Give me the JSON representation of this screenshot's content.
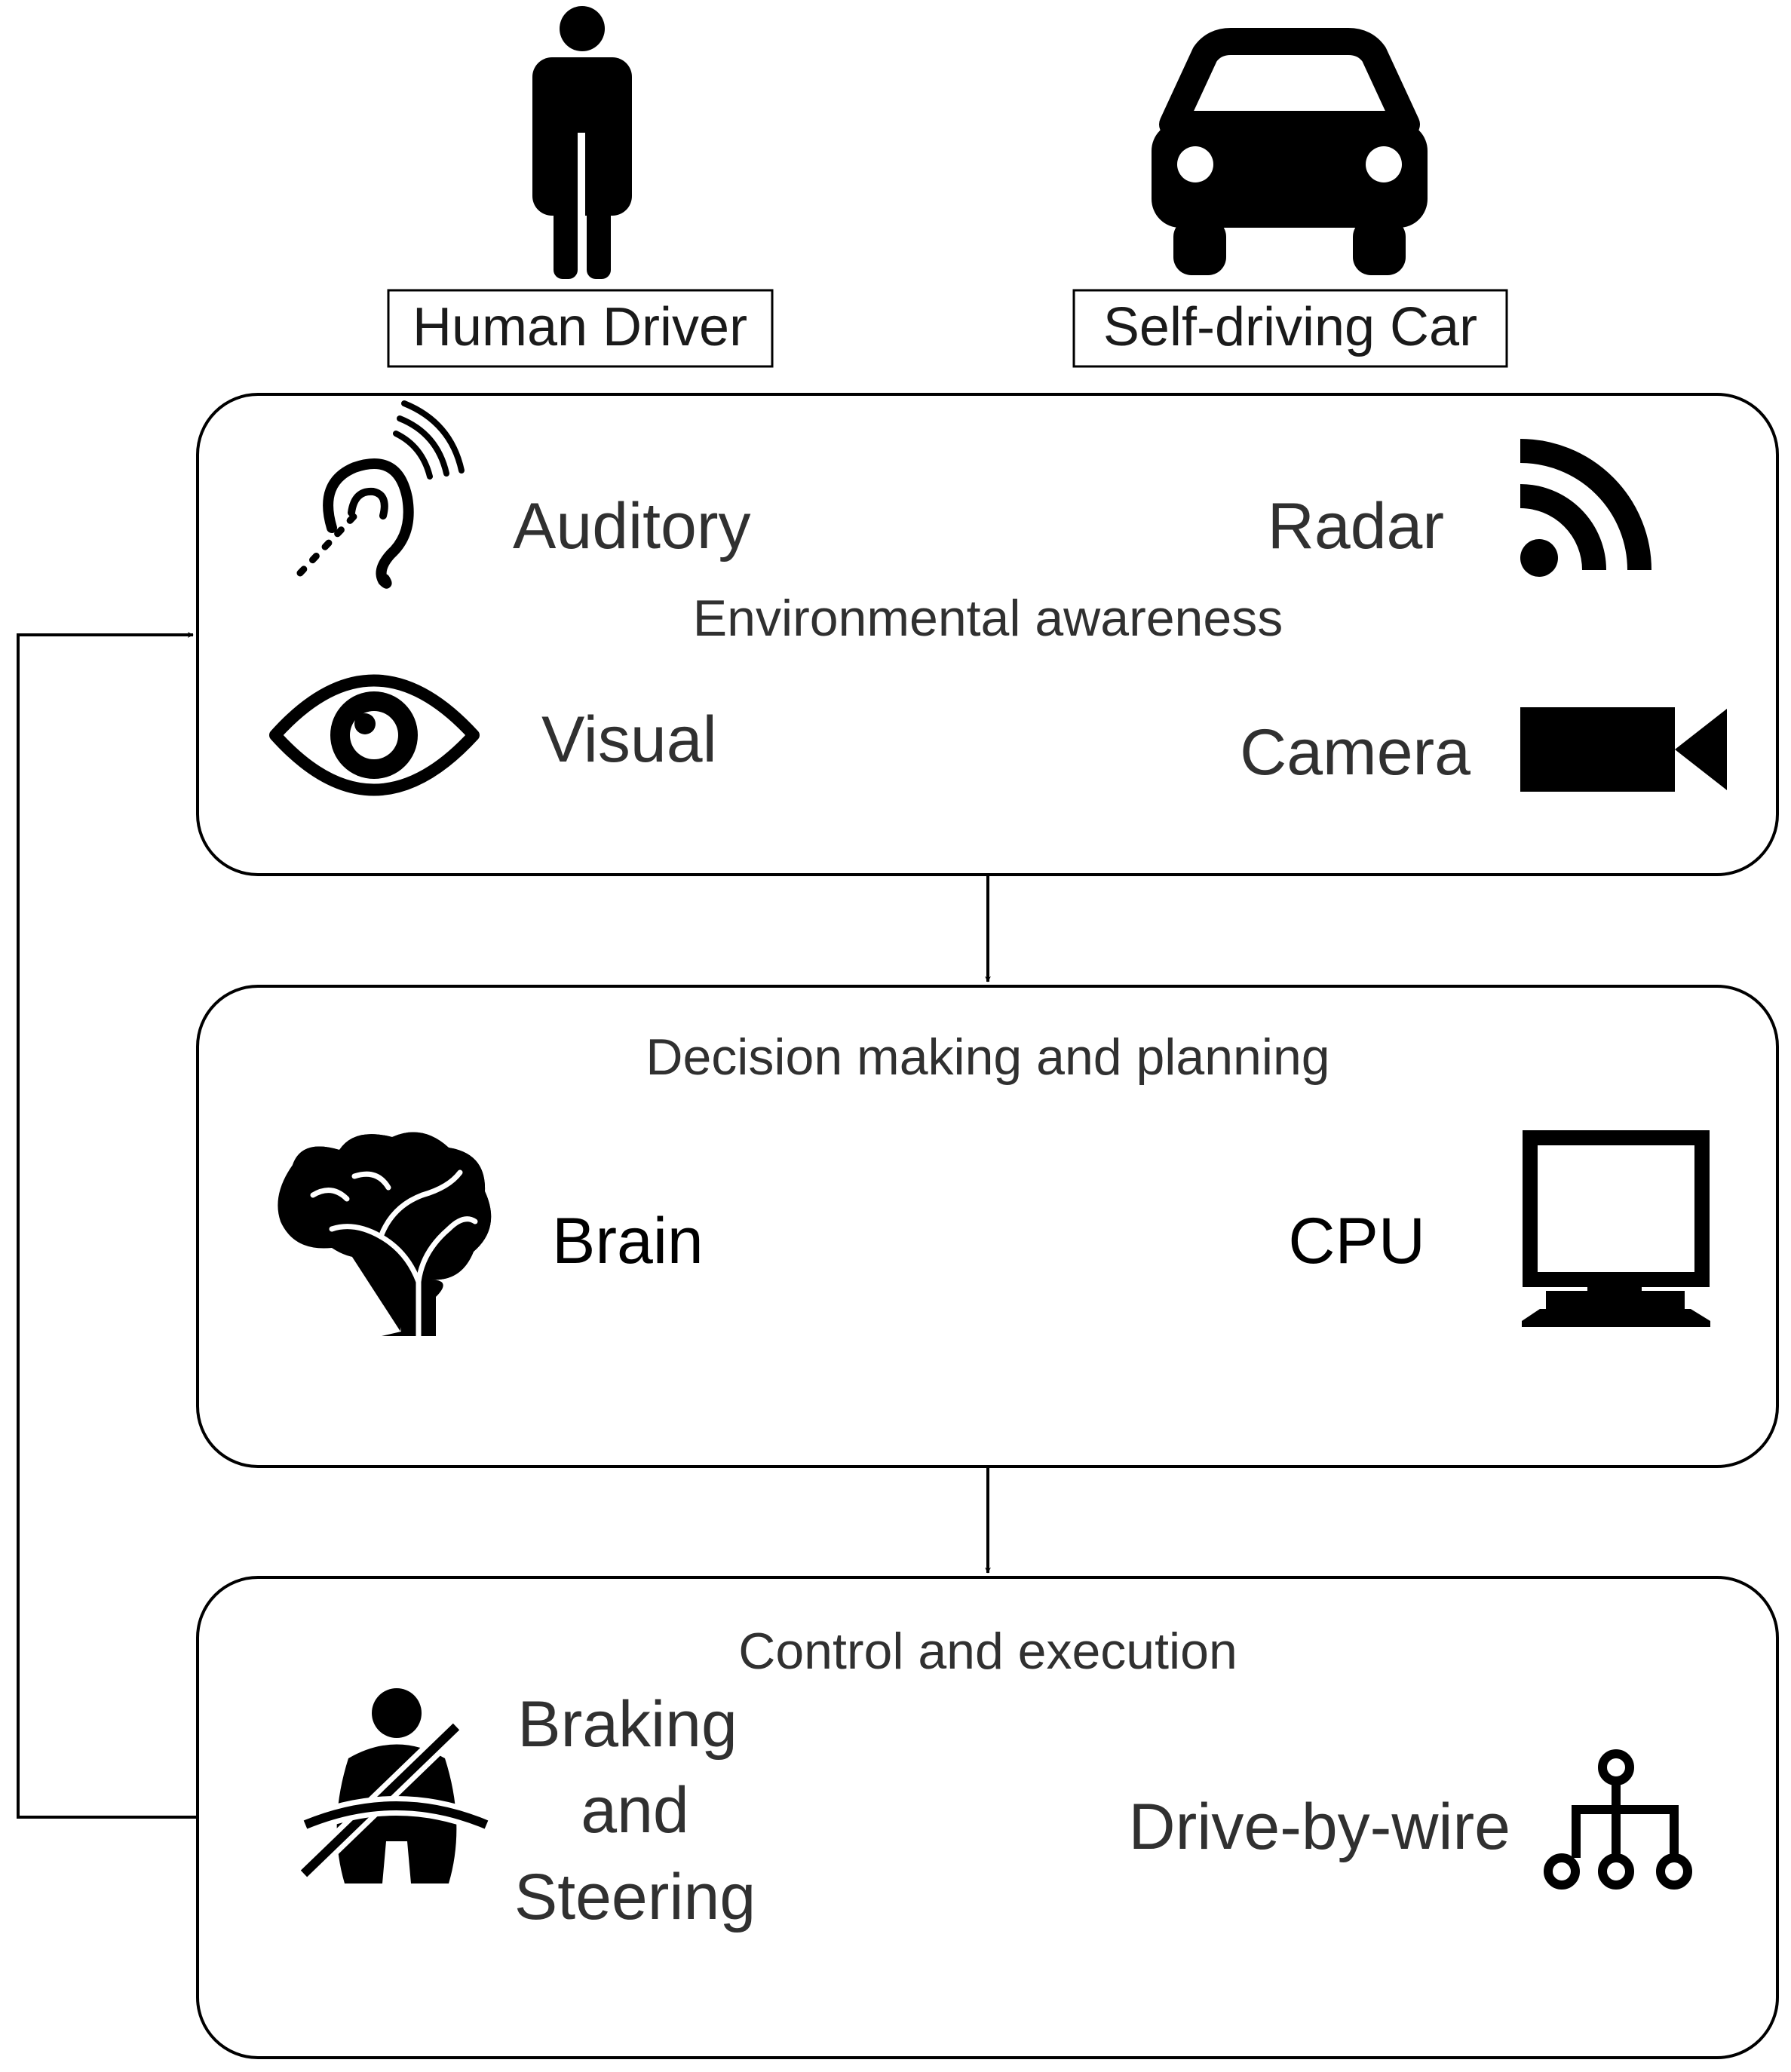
{
  "header": {
    "human_label": "Human Driver",
    "car_label": "Self-driving Car"
  },
  "stages": {
    "awareness": {
      "title": "Environmental awareness",
      "left_top": "Auditory",
      "left_bottom": "Visual",
      "right_top": "Radar",
      "right_bottom": "Camera"
    },
    "decision": {
      "title": "Decision making and planning",
      "left": "Brain",
      "right": "CPU"
    },
    "control": {
      "title": "Control and execution",
      "left_line1": "Braking",
      "left_line2": "and",
      "left_line3": "Steering",
      "right": "Drive-by-wire"
    }
  },
  "icons": [
    "person-icon",
    "car-icon",
    "ear-icon",
    "eye-icon",
    "radar-icon",
    "camera-icon",
    "brain-icon",
    "monitor-icon",
    "seatbelt-icon",
    "network-icon"
  ],
  "colors": {
    "stroke": "#000000",
    "text": "#303030",
    "background": "#ffffff"
  }
}
